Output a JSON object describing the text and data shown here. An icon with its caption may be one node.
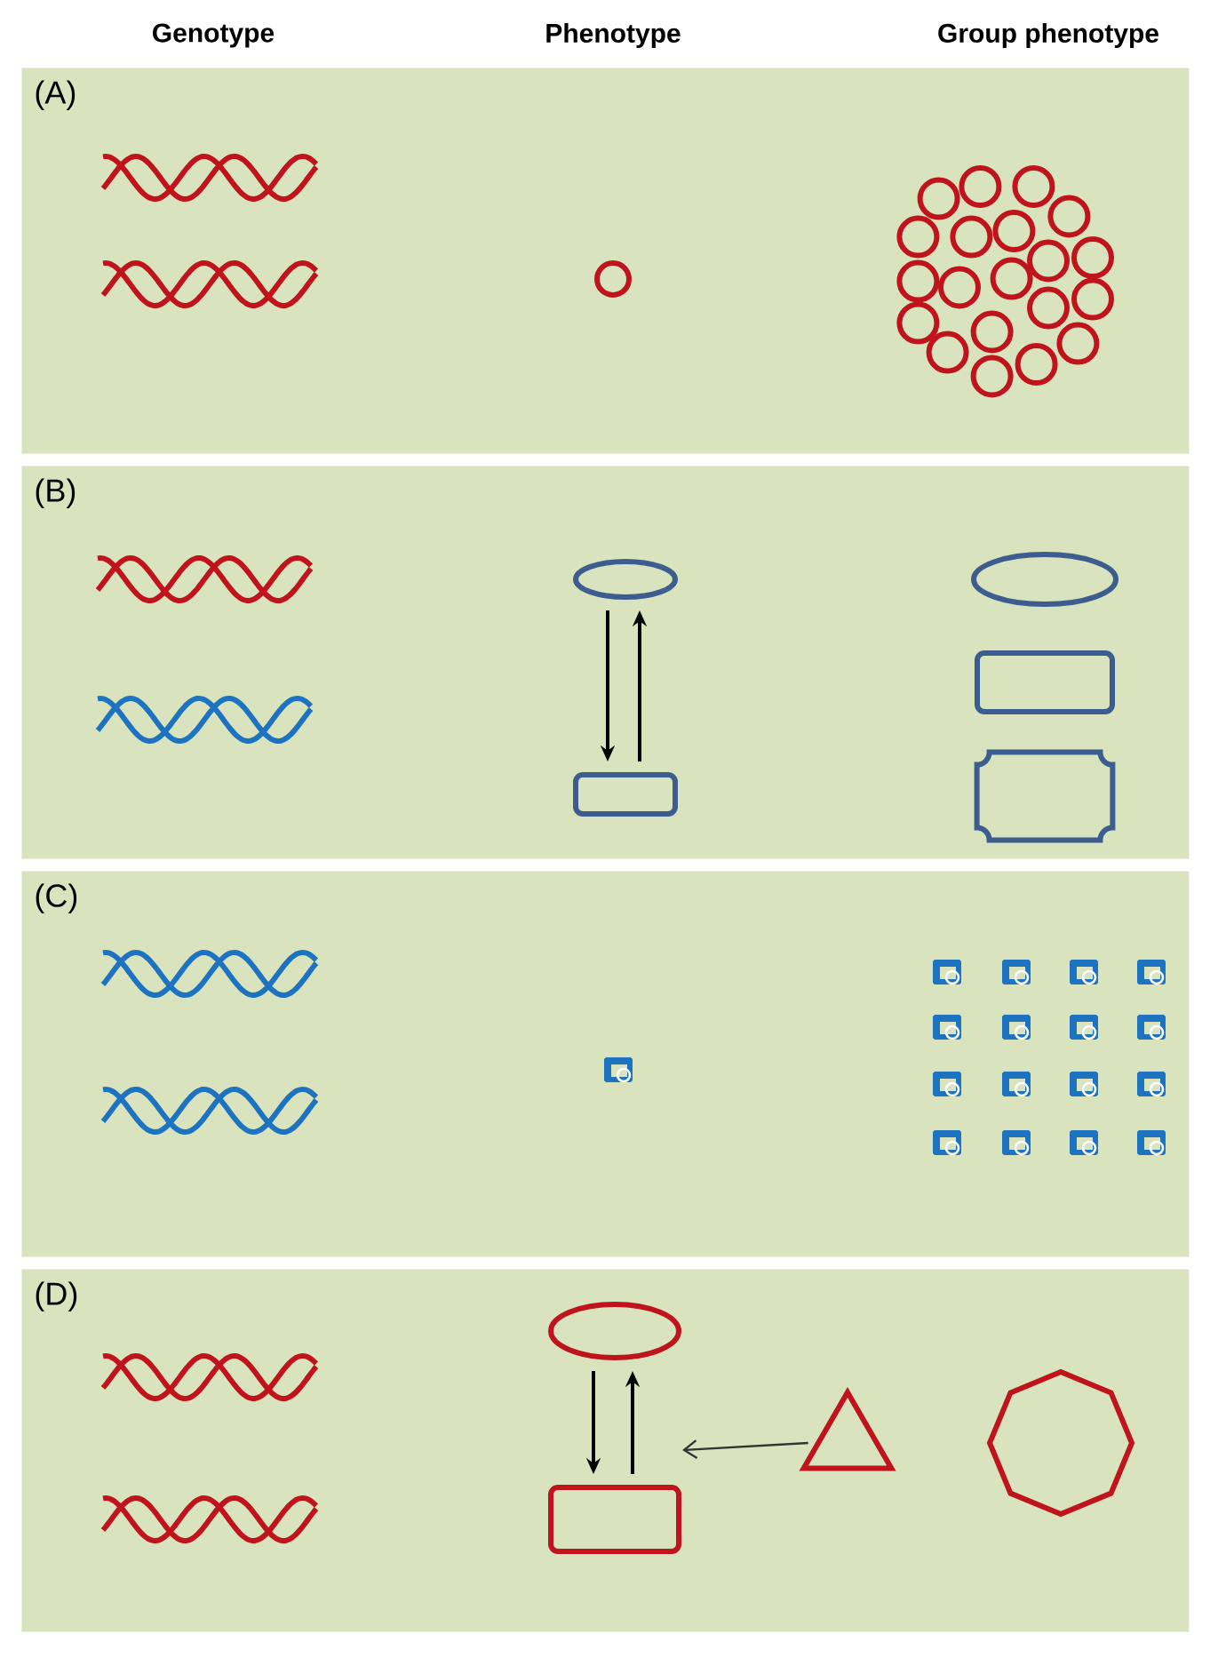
{
  "diagram": {
    "nodes": [
      {
        "text": [
          "(A)"
        ]
      },
      {
        "text": [
          "(B)"
        ]
      },
      {
        "text": [],
        "shape": "ellipse",
        "in": 1
      },
      {
        "text": [],
        "shape": "ellipse",
        "in": 1
      },
      {
        "text": [],
        "shape": "box",
        "in": 1
      },
      {
        "text": [],
        "shape": "box",
        "in": 1
      },
      {
        "text": [],
        "shape": "box",
        "in": 1
      },
      {
        "text": [
          "(C)"
        ]
      },
      {
        "text": [
          "(D)"
        ]
      },
      {
        "text": [],
        "shape": "ellipse",
        "in": 8
      },
      {
        "text": [],
        "shape": "box",
        "in": 8
      },
      {
        "text": [],
        "shape": "triangle",
        "in": 8
      },
      {
        "text": [],
        "shape": "octagon",
        "in": 8
      }
    ],
    "edges": [
      {
        "from": 2,
        "to": 5,
        "arrow": "to"
      },
      {
        "from": 5,
        "to": 2,
        "arrow": "to"
      },
      {
        "from": 9,
        "to": 10,
        "arrow": "to"
      },
      {
        "from": 10,
        "to": 9,
        "arrow": "to"
      },
      {
        "from": 11,
        "to": null,
        "arrow": "to",
        "color": "#333333"
      }
    ],
    "labels": [
      "Genotype",
      "Phenotype",
      "Group phenotype"
    ]
  }
}
